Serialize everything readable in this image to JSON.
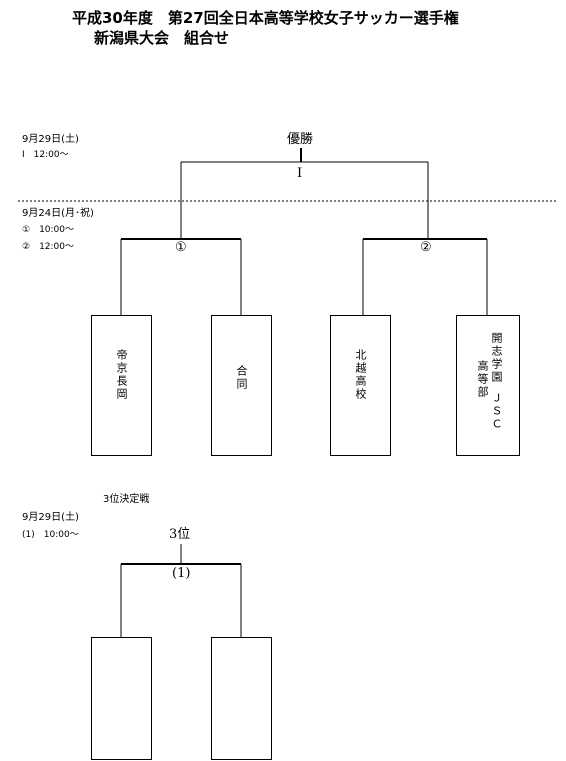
{
  "title": {
    "line1": "平成30年度　第27回全日本高等学校女子サッカー選手権",
    "line2": "新潟県大会　組合せ"
  },
  "final": {
    "date": "9月29日(土)",
    "match": "Ⅰ　12:00～",
    "winner_label": "優勝",
    "match_id": "Ⅰ"
  },
  "semis": {
    "date": "9月24日(月･祝)",
    "matches": [
      "①　10:00～",
      "②　12:00～"
    ],
    "ids": [
      "①",
      "②"
    ]
  },
  "teams": [
    {
      "name": "帝京長岡"
    },
    {
      "name": "合同"
    },
    {
      "name": "北越高校"
    },
    {
      "col1": "開志学園",
      "col2": "高等部",
      "col3": "ＪＳＣ"
    }
  ],
  "third_place": {
    "heading": "3位決定戦",
    "date": "9月29日(土)",
    "match": "(1)　10:00～",
    "label": "3位",
    "match_id": "(1)"
  }
}
